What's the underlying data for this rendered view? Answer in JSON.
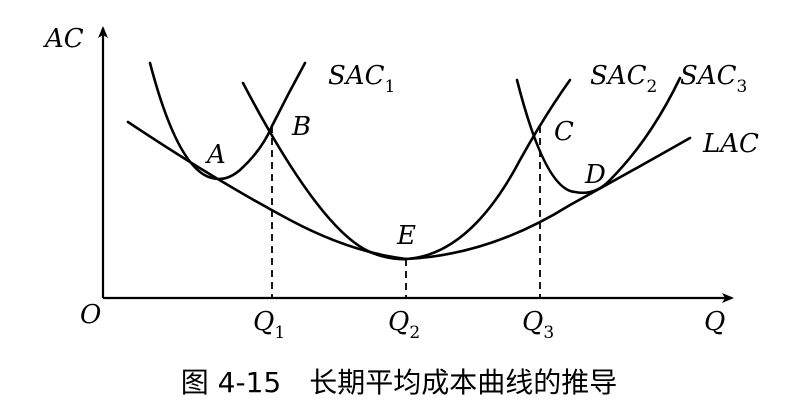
{
  "axes": {
    "y_label": "AC",
    "x_label": "Q",
    "origin_label": "O"
  },
  "curves": [
    {
      "name": "SAC",
      "subscript": "1"
    },
    {
      "name": "SAC",
      "subscript": "2"
    },
    {
      "name": "SAC",
      "subscript": "3"
    },
    {
      "name": "LAC",
      "subscript": ""
    }
  ],
  "points": [
    "A",
    "B",
    "C",
    "D",
    "E"
  ],
  "ticks": [
    {
      "name": "Q",
      "subscript": "1"
    },
    {
      "name": "Q",
      "subscript": "2"
    },
    {
      "name": "Q",
      "subscript": "3"
    }
  ],
  "caption": "图 4-15　长期平均成本曲线的推导"
}
